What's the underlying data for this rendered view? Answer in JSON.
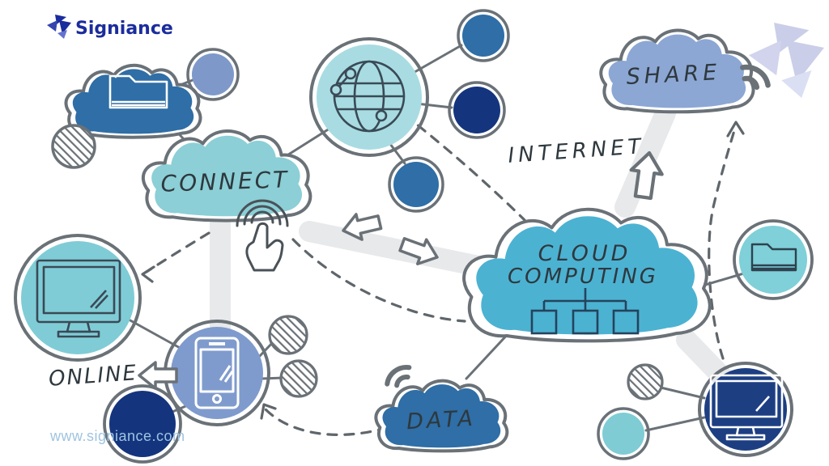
{
  "branding": {
    "logo_text": "Signiance",
    "website_url": "www.signiance.com"
  },
  "clouds": {
    "connect": {
      "label": "CONNECT"
    },
    "share": {
      "label": "SHARE"
    },
    "cloud_computing": {
      "line1": "CLOUD",
      "line2": "COMPUTING"
    },
    "data": {
      "label": "DATA"
    },
    "folder_cloud": {
      "icon": "folder-icon"
    }
  },
  "captions": {
    "internet": "INTERNET",
    "online": "ONLINE"
  },
  "icons": [
    "folder-icon",
    "globe-network-icon",
    "monitor-icon",
    "smartphone-icon",
    "wifi-icon",
    "tap-gesture-icon",
    "network-tree-icon",
    "hatched-node",
    "arrow-up",
    "arrow-left",
    "arrow-right",
    "signiance-logo-mark"
  ],
  "colors": {
    "teal_light": "#8ccfd6",
    "teal_pale": "#a8dce2",
    "blue_bright": "#4cb2d2",
    "blue_steel": "#2f6ea6",
    "navy": "#14357e",
    "navy_soft": "#1d3f82",
    "periwinkle": "#8ca7d4",
    "periwinkle_deep": "#7f9bcd",
    "outline_grey": "#6a7177",
    "band_grey": "#e7e9eb",
    "logo_navy": "#1b2c9d",
    "link_blue": "#9fc4e0"
  }
}
